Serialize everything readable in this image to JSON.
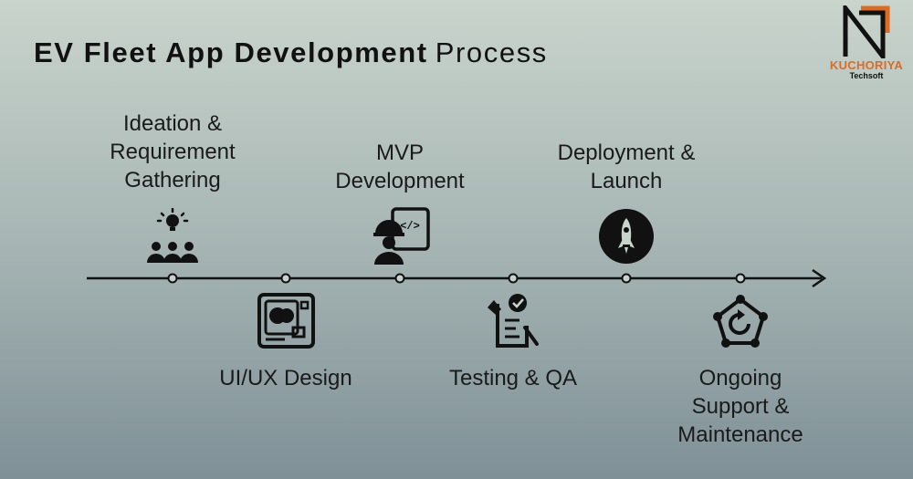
{
  "title": {
    "bold": "EV Fleet App Development",
    "light": "Process"
  },
  "logo": {
    "brand": "KUCHORIYA",
    "sub": "Techsoft",
    "accent": "#e06a1f"
  },
  "steps": [
    {
      "label": "Ideation &\nRequirement\nGathering",
      "icon": "ideation-team-icon"
    },
    {
      "label": "UI/UX Design",
      "icon": "design-board-icon"
    },
    {
      "label": "MVP\nDevelopment",
      "icon": "developer-code-icon"
    },
    {
      "label": "Testing & QA",
      "icon": "checklist-icon"
    },
    {
      "label": "Deployment &\nLaunch",
      "icon": "rocket-icon"
    },
    {
      "label": "Ongoing\nSupport &\nMaintenance",
      "icon": "maintenance-cycle-icon"
    }
  ]
}
